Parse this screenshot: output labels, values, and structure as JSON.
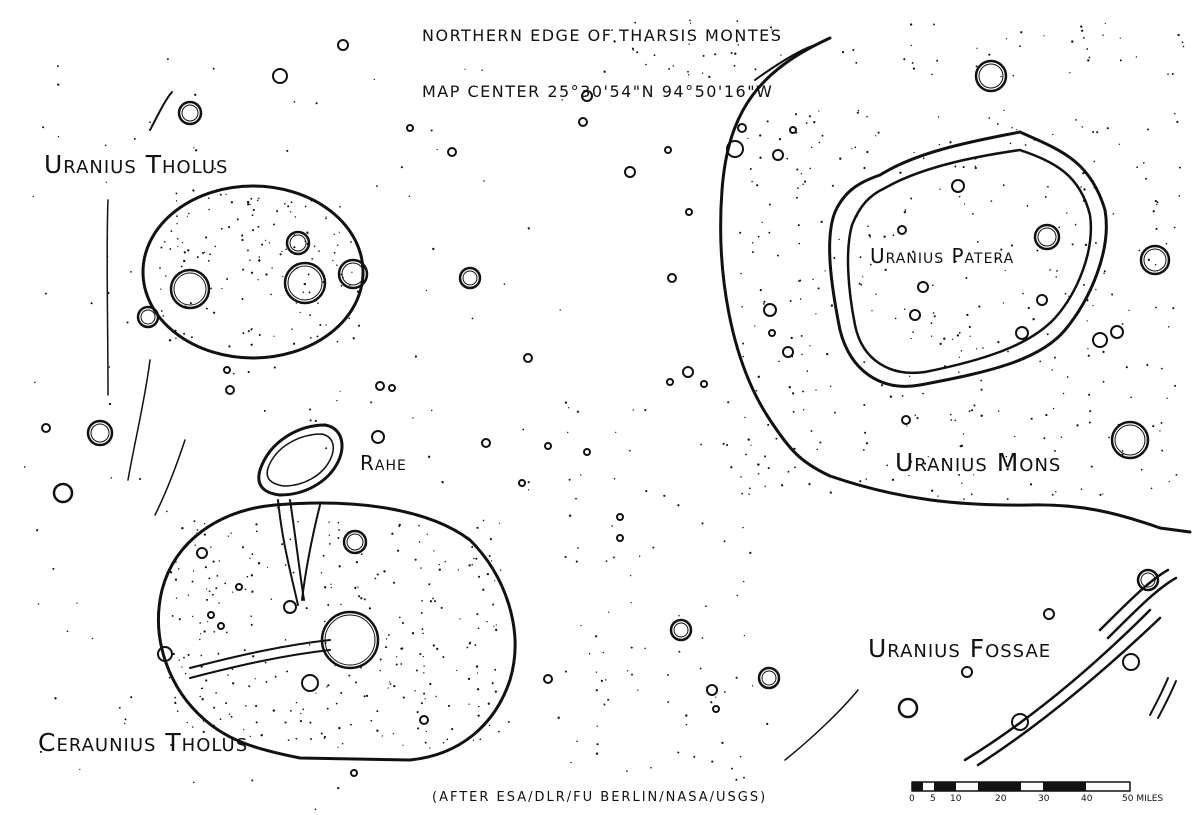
{
  "header": {
    "title": "NORTHERN EDGE OF THARSIS MONTES",
    "center": "MAP CENTER 25°30'54\"N 94°50'16\"W"
  },
  "features": {
    "uranius_tholus": "Uranius Tholus",
    "ceraunius_tholus": "Ceraunius Tholus",
    "rahe": "Rahe",
    "uranius_patera": "Uranius Patera",
    "uranius_mons": "Uranius Mons",
    "uranius_fossae": "Uranius Fossae"
  },
  "credit": "(AFTER ESA/DLR/FU BERLIN/NASA/USGS)",
  "scale": {
    "ticks": [
      "0",
      "5",
      "10",
      "20",
      "30",
      "40",
      "50 MILES"
    ]
  },
  "colors": {
    "ink": "#111111",
    "paper": "#ffffff"
  }
}
